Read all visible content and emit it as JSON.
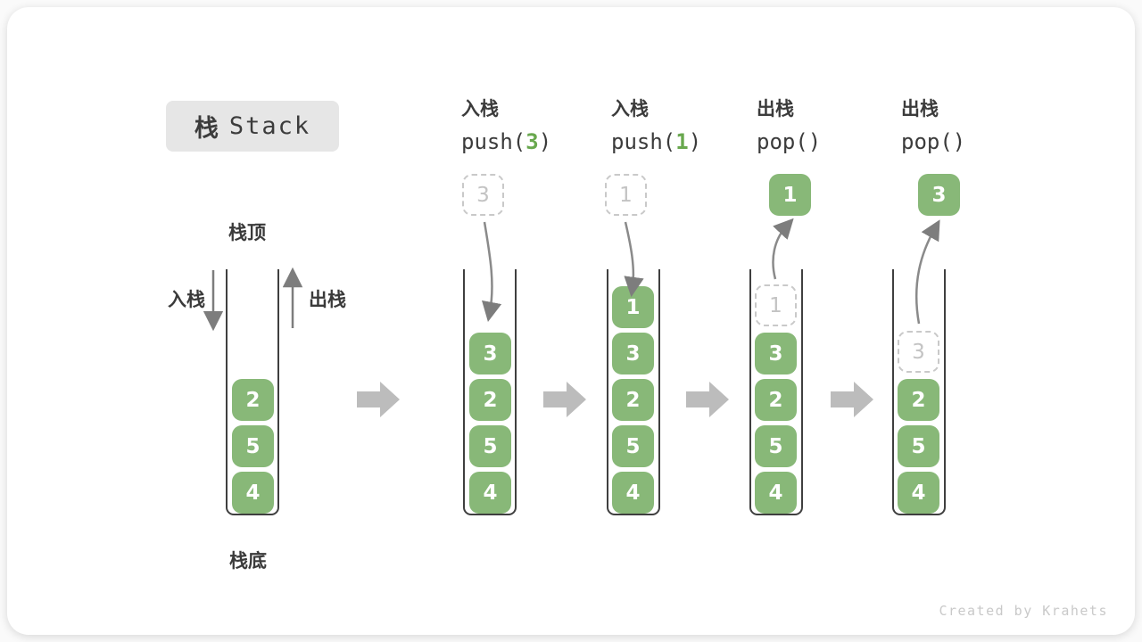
{
  "title": {
    "zh": "栈",
    "en": "Stack"
  },
  "labels": {
    "stack_top": "栈顶",
    "stack_bottom": "栈底",
    "push_cn": "入栈",
    "pop_cn": "出栈"
  },
  "footer": {
    "credit": "Created by Krahets"
  },
  "colors": {
    "box_green": "#88b878",
    "code_arg_green": "#69a84e",
    "text_dark": "#3b3b3b",
    "arrow_gray": "#7d7d7d",
    "dashed_border_gray": "#c9c9c9",
    "block_arrow_gray": "#bcbcbc",
    "title_bg": "#e6e6e6",
    "footer_gray": "#c9c9c9",
    "well_outline": "#3f3f3f"
  },
  "stages": [
    {
      "name": "initial",
      "items": [
        {
          "v": "2"
        },
        {
          "v": "5"
        },
        {
          "v": "4"
        }
      ]
    },
    {
      "name": "push-3",
      "op": {
        "cn": "入栈",
        "fn": "push(",
        "arg": "3",
        "close": ")"
      },
      "float": {
        "v": "3",
        "style": "dashed"
      },
      "items": [
        {
          "v": "3"
        },
        {
          "v": "2"
        },
        {
          "v": "5"
        },
        {
          "v": "4"
        }
      ]
    },
    {
      "name": "push-1",
      "op": {
        "cn": "入栈",
        "fn": "push(",
        "arg": "1",
        "close": ")"
      },
      "float": {
        "v": "1",
        "style": "dashed"
      },
      "items": [
        {
          "v": "1"
        },
        {
          "v": "3"
        },
        {
          "v": "2"
        },
        {
          "v": "5"
        },
        {
          "v": "4"
        }
      ]
    },
    {
      "name": "pop-1",
      "op": {
        "cn": "出栈",
        "fn": "pop(",
        "arg": "",
        "close": ")"
      },
      "float": {
        "v": "1",
        "style": "solid"
      },
      "items": [
        {
          "v": "1",
          "ghost": true
        },
        {
          "v": "3"
        },
        {
          "v": "2"
        },
        {
          "v": "5"
        },
        {
          "v": "4"
        }
      ]
    },
    {
      "name": "pop-3",
      "op": {
        "cn": "出栈",
        "fn": "pop(",
        "arg": "",
        "close": ")"
      },
      "float": {
        "v": "3",
        "style": "solid"
      },
      "items": [
        {
          "v": "3",
          "ghost": true
        },
        {
          "v": "2"
        },
        {
          "v": "5"
        },
        {
          "v": "4"
        }
      ]
    }
  ]
}
